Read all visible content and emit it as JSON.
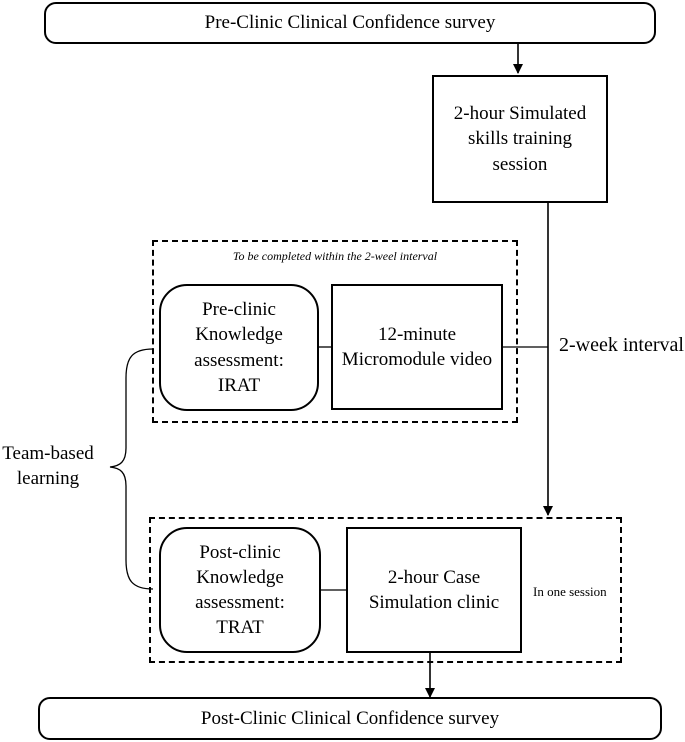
{
  "pre_survey": "Pre-Clinic Clinical Confidence survey",
  "sim_training": "2-hour Simulated\nskills training\nsession",
  "group1": {
    "caption": "To be completed within the 2-weel interval",
    "irat": "Pre-clinic\nKnowledge\nassessment:\nIRAT",
    "video": "12-minute\nMicromodule video"
  },
  "interval_label": "2-week interval",
  "tbl_label": "Team-based\nlearning",
  "group2": {
    "trat": "Post-clinic\nKnowledge\nassessment:\nTRAT",
    "case_clinic": "2-hour Case\nSimulation clinic",
    "session_note": "In one session"
  },
  "post_survey": "Post-Clinic Clinical Confidence survey"
}
